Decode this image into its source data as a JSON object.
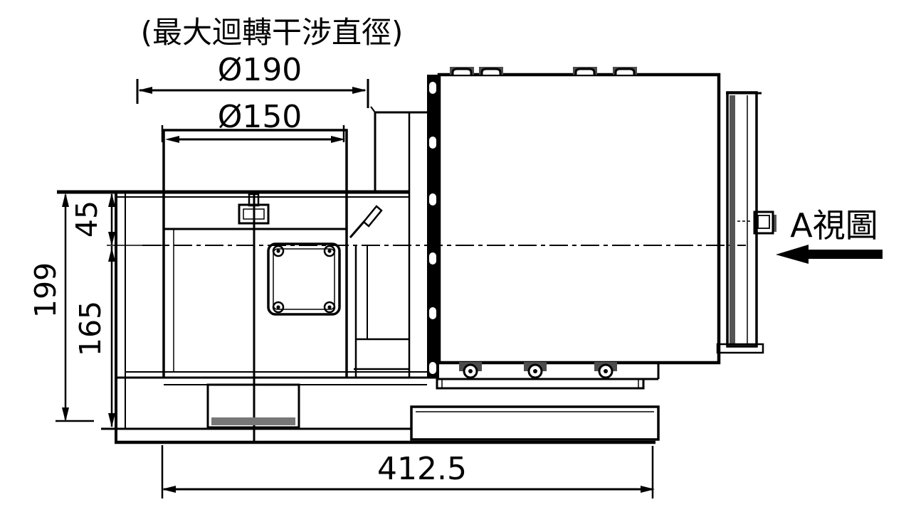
{
  "drawing": {
    "note_max_swing": "(最大迴轉干涉直徑)",
    "dims": {
      "dia190": "Ø190",
      "dia150": "Ø150",
      "height199": "199",
      "height45": "45",
      "height165": "165",
      "width4125": "412.5"
    },
    "view_label": "A視圖",
    "colors": {
      "line": "#000000",
      "shade": "#555555",
      "background": "#ffffff"
    }
  }
}
